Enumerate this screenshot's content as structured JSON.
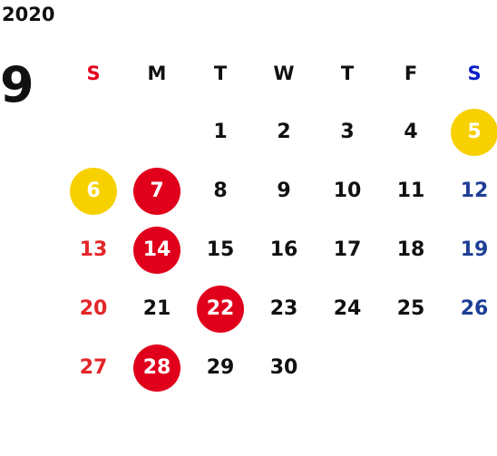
{
  "year": "2020",
  "month": "9",
  "weekdays": [
    {
      "label": "S",
      "color": "#e6001e"
    },
    {
      "label": "M",
      "color": "#111111"
    },
    {
      "label": "T",
      "color": "#111111"
    },
    {
      "label": "W",
      "color": "#111111"
    },
    {
      "label": "T",
      "color": "#111111"
    },
    {
      "label": "F",
      "color": "#111111"
    },
    {
      "label": "S",
      "color": "#0a1fc8"
    }
  ],
  "colors": {
    "sunday": "#e3262a",
    "saturday": "#1f3f96",
    "weekday": "#111111",
    "holiday_circle": "#e0001b",
    "yellow_circle": "#f7d000",
    "circle_text": "#ffffff"
  },
  "days": [
    {
      "d": "1",
      "col": 2,
      "row": 1
    },
    {
      "d": "2",
      "col": 3,
      "row": 1
    },
    {
      "d": "3",
      "col": 4,
      "row": 1
    },
    {
      "d": "4",
      "col": 5,
      "row": 1
    },
    {
      "d": "5",
      "col": 6,
      "row": 1,
      "mark": "yellow"
    },
    {
      "d": "6",
      "col": 0,
      "row": 2,
      "mark": "yellow"
    },
    {
      "d": "7",
      "col": 1,
      "row": 2,
      "mark": "red"
    },
    {
      "d": "8",
      "col": 2,
      "row": 2
    },
    {
      "d": "9",
      "col": 3,
      "row": 2
    },
    {
      "d": "10",
      "col": 4,
      "row": 2
    },
    {
      "d": "11",
      "col": 5,
      "row": 2
    },
    {
      "d": "12",
      "col": 6,
      "row": 2
    },
    {
      "d": "13",
      "col": 0,
      "row": 3
    },
    {
      "d": "14",
      "col": 1,
      "row": 3,
      "mark": "red"
    },
    {
      "d": "15",
      "col": 2,
      "row": 3
    },
    {
      "d": "16",
      "col": 3,
      "row": 3
    },
    {
      "d": "17",
      "col": 4,
      "row": 3
    },
    {
      "d": "18",
      "col": 5,
      "row": 3
    },
    {
      "d": "19",
      "col": 6,
      "row": 3
    },
    {
      "d": "20",
      "col": 0,
      "row": 4
    },
    {
      "d": "21",
      "col": 1,
      "row": 4
    },
    {
      "d": "22",
      "col": 2,
      "row": 4,
      "mark": "red"
    },
    {
      "d": "23",
      "col": 3,
      "row": 4
    },
    {
      "d": "24",
      "col": 4,
      "row": 4
    },
    {
      "d": "25",
      "col": 5,
      "row": 4
    },
    {
      "d": "26",
      "col": 6,
      "row": 4
    },
    {
      "d": "27",
      "col": 0,
      "row": 5
    },
    {
      "d": "28",
      "col": 1,
      "row": 5,
      "mark": "red"
    },
    {
      "d": "29",
      "col": 2,
      "row": 5
    },
    {
      "d": "30",
      "col": 3,
      "row": 5
    }
  ]
}
